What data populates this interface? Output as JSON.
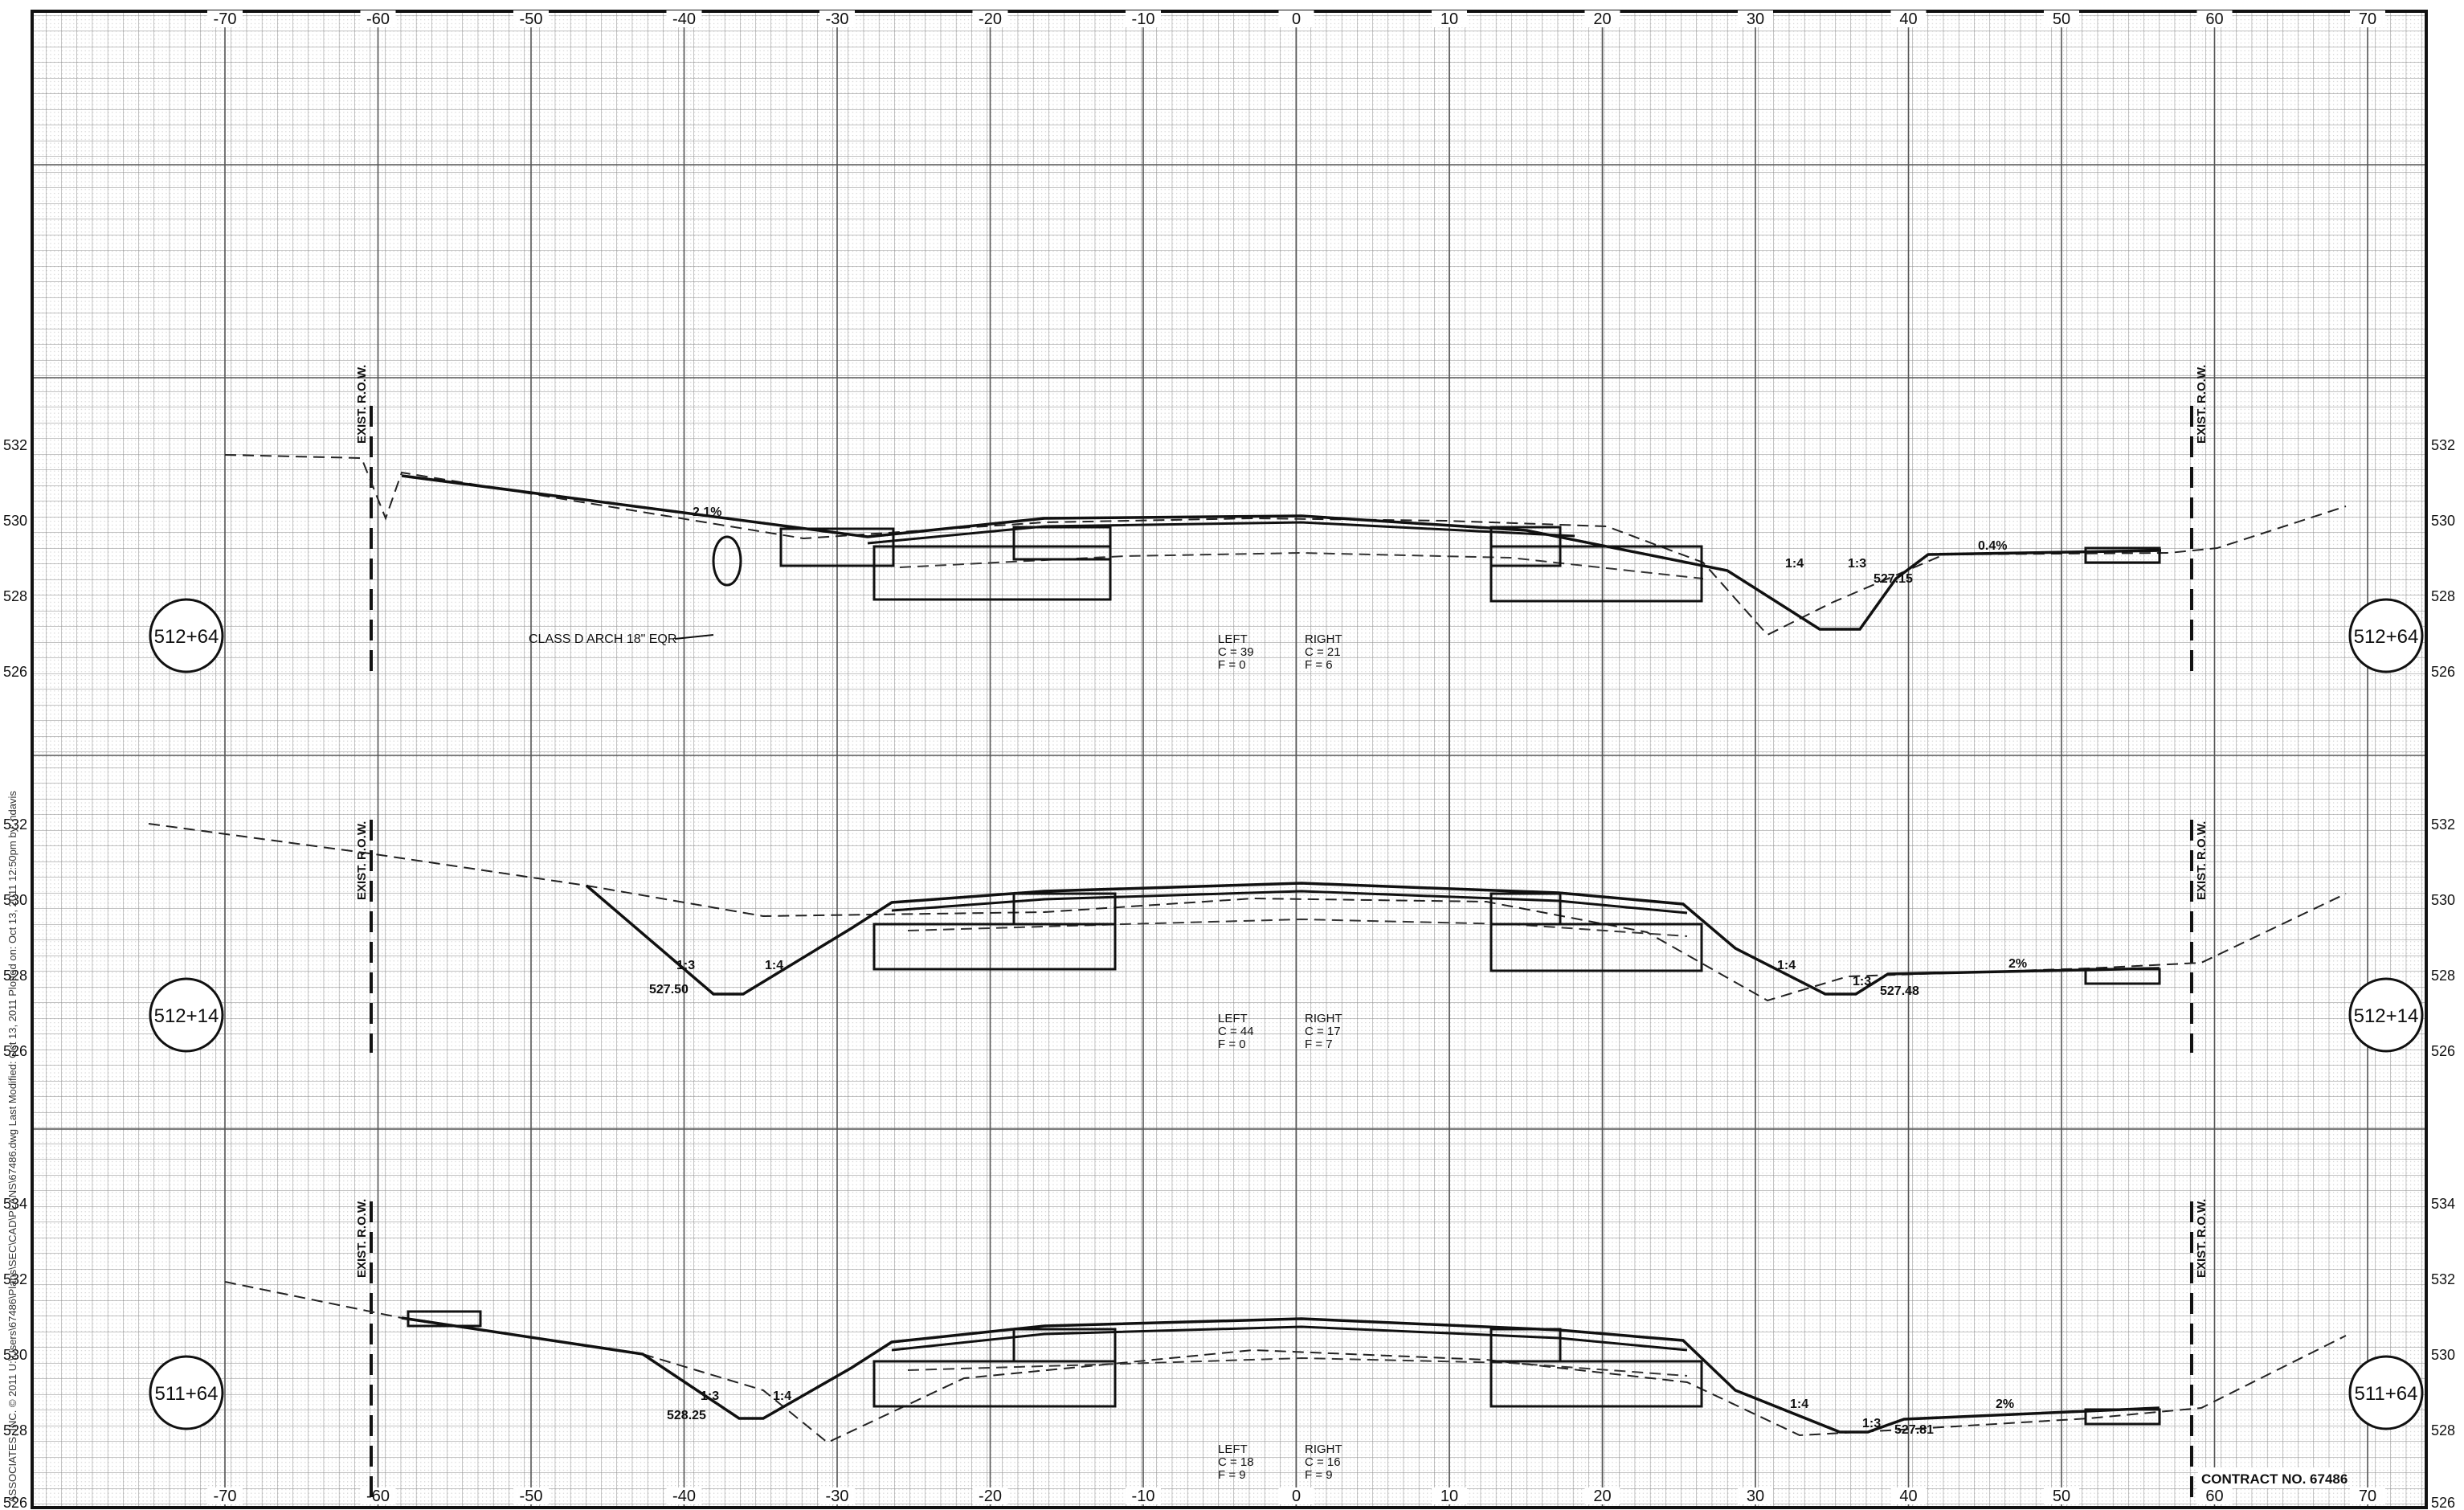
{
  "axis": {
    "offset_ticks": [
      "-70",
      "-60",
      "-50",
      "-40",
      "-30",
      "-20",
      "-10",
      "0",
      "10",
      "20",
      "30",
      "40",
      "50",
      "60",
      "70"
    ]
  },
  "sections": [
    {
      "station": "512+64",
      "elev_labels": [
        "532",
        "530",
        "528",
        "526"
      ],
      "row_left": "EXIST. R.O.W.",
      "row_right": "EXIST. R.O.W.",
      "slopes": [
        "2.1%",
        "1:4",
        "1:3",
        "0.4%"
      ],
      "elevations": [
        "527.15"
      ],
      "callout": "CLASS D ARCH 18\" EQR",
      "quantities": {
        "left_title": "LEFT",
        "left_c": "C = 39",
        "left_f": "F = 0",
        "right_title": "RIGHT",
        "right_c": "C = 21",
        "right_f": "F = 6"
      }
    },
    {
      "station": "512+14",
      "elev_labels": [
        "532",
        "530",
        "528",
        "526"
      ],
      "row_left": "EXIST. R.O.W.",
      "row_right": "EXIST. R.O.W.",
      "slopes": [
        "1:3",
        "1:4",
        "1:4",
        "1:3",
        "2%"
      ],
      "elevations": [
        "527.50",
        "527.48"
      ],
      "quantities": {
        "left_title": "LEFT",
        "left_c": "C = 44",
        "left_f": "F = 0",
        "right_title": "RIGHT",
        "right_c": "C = 17",
        "right_f": "F = 7"
      }
    },
    {
      "station": "511+64",
      "elev_labels": [
        "534",
        "532",
        "530",
        "528",
        "526"
      ],
      "row_left": "EXIST. R.O.W.",
      "row_right": "EXIST. R.O.W.",
      "slopes": [
        "1:3",
        "1:4",
        "1:4",
        "1:3",
        "2%"
      ],
      "elevations": [
        "528.25",
        "527.81"
      ],
      "quantities": {
        "left_title": "LEFT",
        "left_c": "C = 18",
        "left_f": "F = 9",
        "right_title": "RIGHT",
        "right_c": "C = 16",
        "right_f": "F = 9"
      }
    }
  ],
  "contract": "CONTRACT NO. 67486",
  "side_note": "ASSOCIATES, INC. © 2011   U:\\Users\\67486\\Plans\\SEC\\CAD\\PLANS\\67486.dwg   Last Modified: Oct 13, 2011   Plotted on: Oct 13, 2011   12:50pm by: ndavis"
}
